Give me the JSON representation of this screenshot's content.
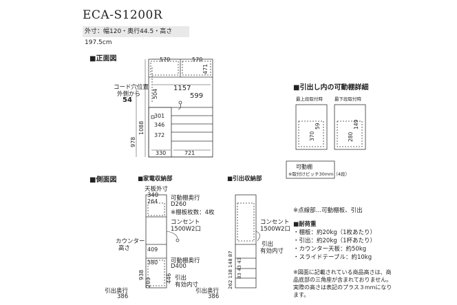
{
  "product": {
    "model": "ECA-S1200R",
    "spec": "外寸：幅120・奥行44.5・高さ197.5cm"
  },
  "front_view": {
    "heading": "■正面図",
    "dims": {
      "w570a": "570",
      "w570b": "570",
      "h471": "471",
      "h504": "504",
      "w1157": "1157",
      "w599": "599",
      "h301": "301",
      "h346": "346",
      "h372": "372",
      "h1088": "1088",
      "h978": "978",
      "w330": "330",
      "w721": "721"
    },
    "cord_note_1": "コード穴位置",
    "cord_note_2": "外側から",
    "cord_value": "54"
  },
  "drawer_detail": {
    "heading": "■引出し内の可動棚詳細",
    "top_label": "最上段取付時",
    "bottom_label": "最下段取付時",
    "h370": "370",
    "h59": "59",
    "h280": "280",
    "h149": "149",
    "box_title": "可動棚",
    "box_note": "※取付けピッチ30mm（4段）"
  },
  "side_view": {
    "heading": "■側面図",
    "appliance_title": "■家電収納部",
    "drawer_title": "■引出収納部",
    "top_depth": "天板外寸",
    "d340": "340",
    "d264": "264",
    "d409": "409",
    "d380": "380",
    "d203": "203",
    "shelf_depth_1": "可動棚奥行",
    "shelf_depth_1_val": "D260",
    "shelf_count": "※棚板枚数：4枚",
    "outlet": "コンセント",
    "outlet_spec": "1500W2口",
    "counter": "カウンター",
    "counter_2": "高さ",
    "h938": "938",
    "h446": "446",
    "shelf_depth_2": "可動棚奥行",
    "shelf_depth_2_val": "D400",
    "drawer_inner": "引出",
    "drawer_inner_2": "有効内寸",
    "drawer_depth": "引出奥行",
    "drawer_depth_val": "386",
    "right_outlet": "コンセント",
    "right_outlet_spec": "1500W2口",
    "right_drawer": "引出",
    "right_drawer_2": "有効内寸",
    "right_drawer_depth": "引出奥行",
    "right_drawer_depth_val": "386",
    "right_dims": "262 138 148 87",
    "right_inner": "83 43 43"
  },
  "legend": {
    "dotted": "※点線部…可動棚板、引出",
    "load_title": "■耐荷重",
    "load_items": [
      "・棚板：約20kg（1枚あたり）",
      "・引出：約20kg（1杯あたり）",
      "・カウンター天板：約50kg",
      "・スライドテーブル：約10kg"
    ],
    "footnote": "※図面に記載されている商品高さは、商品底部の三角座が含まれておりません。実際の高さは表記のプラス３mmになります。"
  }
}
